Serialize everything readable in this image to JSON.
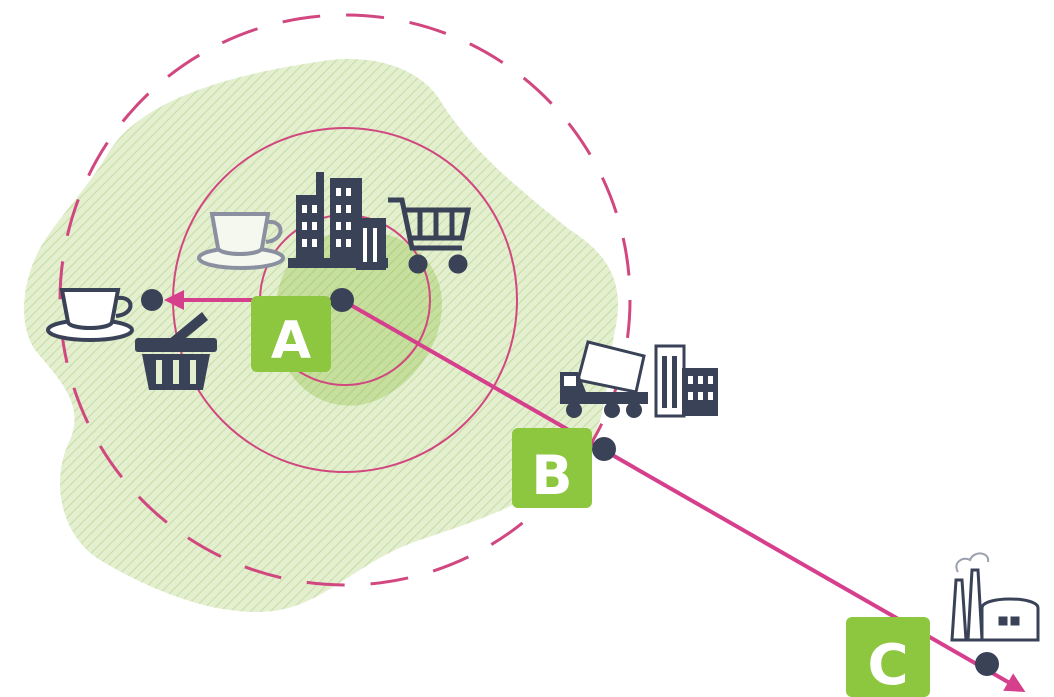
{
  "labels": {
    "a": "A",
    "b": "B",
    "c": "C"
  },
  "colors": {
    "route": "#d63f8c",
    "ring": "#d1477f",
    "zone_fill": "#dbe9c2",
    "zone_hatch": "#c3dba0",
    "zone_core": "#b9d78f",
    "badge": "#8dc63f",
    "icon": "#3a4257",
    "icon_light": "#9aa0ad"
  },
  "icons": [
    "coffee-cup-icon",
    "coffee-cup-faded-icon",
    "shopping-basket-icon",
    "city-buildings-icon",
    "shopping-cart-icon",
    "dump-truck-icon",
    "apartment-building-icon",
    "factory-icon"
  ]
}
